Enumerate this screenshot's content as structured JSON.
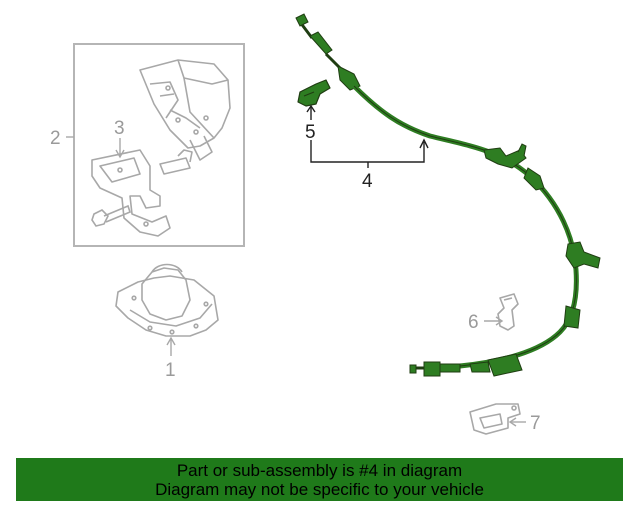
{
  "callouts": {
    "c1": "1",
    "c2": "2",
    "c3": "3",
    "c4": "4",
    "c5": "5",
    "c6": "6",
    "c7": "7"
  },
  "banner": {
    "line1": "Part or sub-assembly is #4 in diagram",
    "line2": "Diagram may not be specific to your vehicle"
  },
  "colors": {
    "highlight_part": "#1f5e19",
    "banner_bg": "#1f7a1a",
    "inactive_part": "#a8a8a8",
    "frame": "#b5b5b5"
  }
}
